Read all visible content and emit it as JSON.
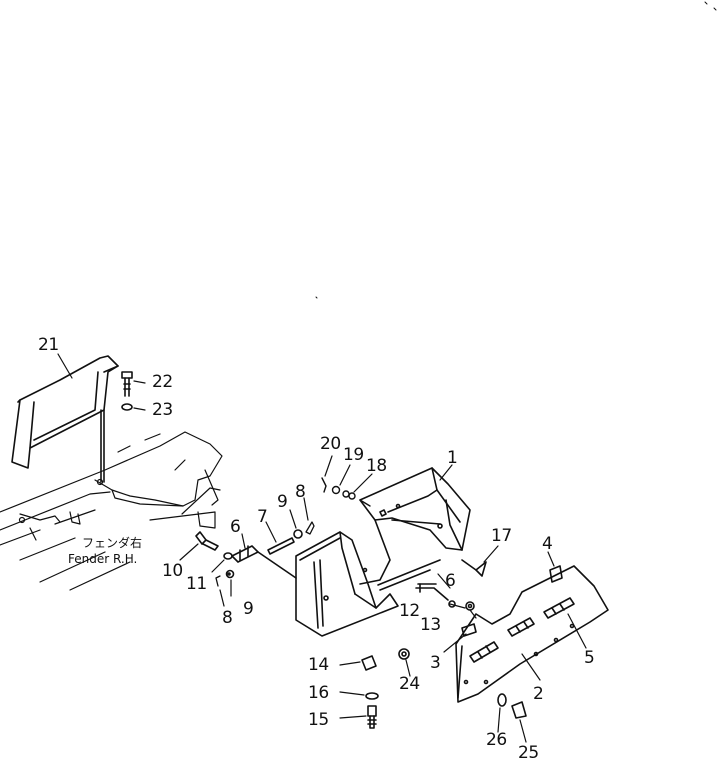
{
  "diagram": {
    "fender_label_jp": "フェンダ右",
    "fender_label_en": "Fender R.H.",
    "callouts": {
      "c1": "1",
      "c2": "2",
      "c3": "3",
      "c4": "4",
      "c5": "5",
      "c6a": "6",
      "c6b": "6",
      "c7": "7",
      "c8a": "8",
      "c8b": "8",
      "c9a": "9",
      "c9b": "9",
      "c10": "10",
      "c11": "11",
      "c12": "12",
      "c13": "13",
      "c14": "14",
      "c15": "15",
      "c16": "16",
      "c17": "17",
      "c18": "18",
      "c19": "19",
      "c20": "20",
      "c21": "21",
      "c22": "22",
      "c23": "23",
      "c24": "24",
      "c25": "25",
      "c26": "26"
    }
  }
}
